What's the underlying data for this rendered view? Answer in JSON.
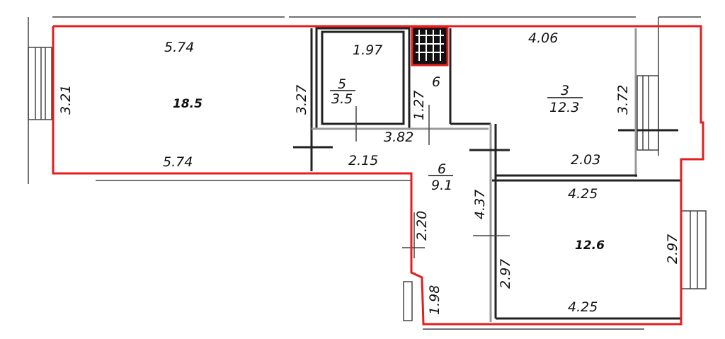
{
  "plan": {
    "outline_color": "#e41e1e",
    "rooms": [
      {
        "id": "living",
        "area": "18.5",
        "dims": [
          "5.74",
          "5.74",
          "3.21",
          "3.27"
        ]
      },
      {
        "id": "bathroom",
        "number": "5",
        "area": "3.5",
        "dims": [
          "1.97"
        ]
      },
      {
        "id": "shaft",
        "number": "6",
        "dims": [
          "1.27"
        ]
      },
      {
        "id": "kitchen",
        "number": "3",
        "area": "12.3",
        "dims": [
          "4.06",
          "3.72",
          "2.03"
        ]
      },
      {
        "id": "hall",
        "number": "6",
        "area": "9.1",
        "dims": [
          "3.82",
          "2.15",
          "4.37",
          "2.20",
          "1.98"
        ]
      },
      {
        "id": "bedroom",
        "area": "12.6",
        "dims": [
          "4.25",
          "4.25",
          "2.97",
          "2.97"
        ]
      }
    ]
  }
}
